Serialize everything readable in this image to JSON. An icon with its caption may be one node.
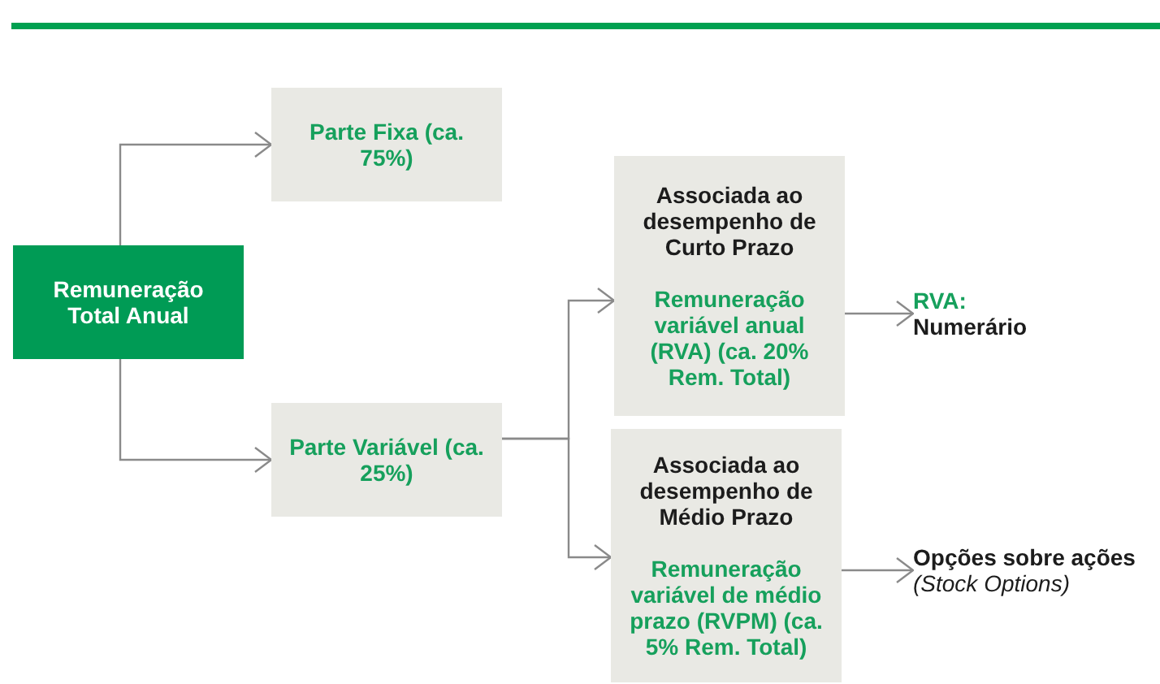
{
  "diagram": {
    "nodes": [
      {
        "text": [
          "Remuneração Total Anual"
        ]
      },
      {
        "text": [
          "Parte Fixa (ca. 75%)"
        ]
      },
      {
        "text": [
          "Parte Variável (ca. 25%)"
        ]
      },
      {
        "text": [
          "Associada ao desempenho de Curto Prazo",
          "Remuneração variável anual (RVA) (ca. 20% Rem. Total)"
        ]
      },
      {
        "text": [
          "RVA:",
          "Numerário"
        ]
      },
      {
        "text": [
          "Associada ao desempenho de Médio Prazo",
          "Remuneração variável de médio prazo (RVPM) (ca. 5% Rem. Total)"
        ]
      },
      {
        "text": [
          "Opções sobre ações",
          "(Stock Options)"
        ]
      }
    ],
    "edges": [
      {
        "from": 0,
        "to": 1,
        "arrow": "to"
      },
      {
        "from": 0,
        "to": 2,
        "arrow": "to"
      },
      {
        "from": 2,
        "to": 3,
        "arrow": "to"
      },
      {
        "from": 2,
        "to": 5,
        "arrow": "to"
      },
      {
        "from": 3,
        "to": 4,
        "arrow": "to"
      },
      {
        "from": 5,
        "to": 6,
        "arrow": "to"
      }
    ]
  }
}
